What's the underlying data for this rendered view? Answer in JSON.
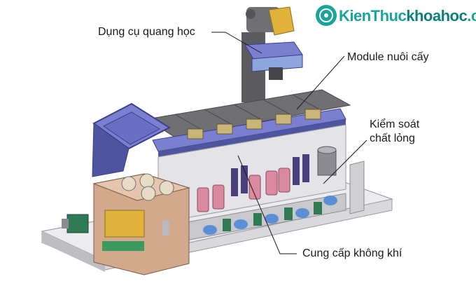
{
  "labels": {
    "optics": "Dụng cụ quang học",
    "culture_module": "Module nuôi cấy",
    "fluid_control_line1": "Kiểm soát",
    "fluid_control_line2": "chất lỏng",
    "air_supply": "Cung cấp không khí"
  },
  "logo": {
    "text_part1": "KienThuc",
    "text_part2": "khoahoc",
    "text_part3": ".org"
  },
  "colors": {
    "frame_blue": "#7a7fd0",
    "frame_dark": "#3c3f8a",
    "panel_gray": "#6f6f74",
    "base_gray": "#d9d9dc",
    "tube_pink": "#d98aa0",
    "wood": "#d3a98c",
    "gold": "#e0b23a",
    "pump_blue": "#5a8ed6",
    "logo_teal": "#1aa39a"
  }
}
